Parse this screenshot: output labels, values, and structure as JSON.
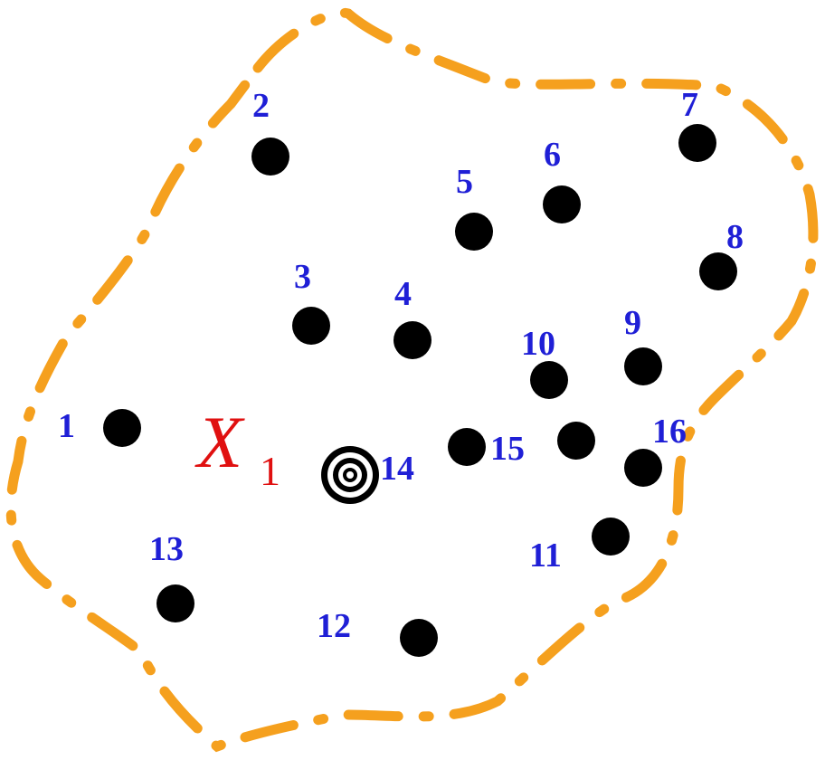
{
  "colors": {
    "boundary": "#f5a01e",
    "node": "#000000",
    "node_label": "#1f1fd6",
    "cluster_label": "#e01010"
  },
  "cluster_label": {
    "main": "X",
    "subscript": "1"
  },
  "center_node": {
    "label": "14",
    "symbol": "bullseye"
  },
  "nodes": [
    {
      "label": "1"
    },
    {
      "label": "2"
    },
    {
      "label": "3"
    },
    {
      "label": "4"
    },
    {
      "label": "5"
    },
    {
      "label": "6"
    },
    {
      "label": "7"
    },
    {
      "label": "8"
    },
    {
      "label": "9"
    },
    {
      "label": "10"
    },
    {
      "label": "11"
    },
    {
      "label": "12"
    },
    {
      "label": "13"
    },
    {
      "label": "15"
    },
    {
      "label": "16"
    }
  ]
}
